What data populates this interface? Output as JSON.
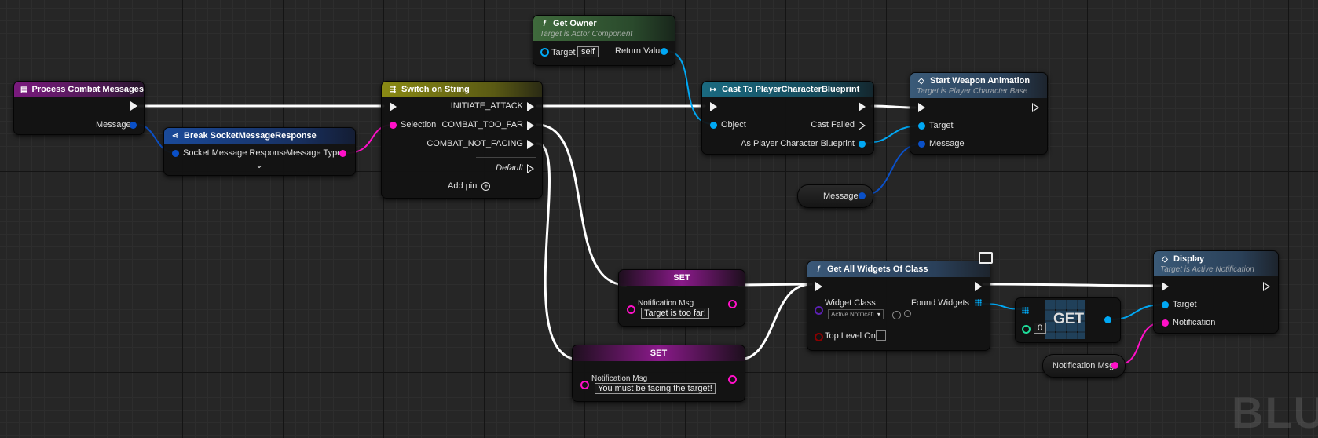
{
  "nodes": {
    "process_combat": {
      "title": "Process Combat Messages",
      "message_pin": "Message"
    },
    "break_socket": {
      "title": "Break SocketMessageResponse",
      "in_pin": "Socket Message Response",
      "out_pin": "Message Type"
    },
    "switch_string": {
      "title": "Switch on String",
      "selection": "Selection",
      "cases": [
        "INITIATE_ATTACK",
        "COMBAT_TOO_FAR",
        "COMBAT_NOT_FACING"
      ],
      "default": "Default",
      "add_pin": "Add pin"
    },
    "get_owner": {
      "title": "Get Owner",
      "subtitle": "Target is Actor Component",
      "target_label": "Target",
      "target_value": "self",
      "return_value": "Return Value"
    },
    "cast_to": {
      "title": "Cast To PlayerCharacterBlueprint",
      "object": "Object",
      "cast_failed": "Cast Failed",
      "as_output": "As Player Character Blueprint"
    },
    "start_weapon": {
      "title": "Start Weapon Animation",
      "subtitle": "Target is Player Character Base",
      "target": "Target",
      "message": "Message"
    },
    "message_var": {
      "label": "Message"
    },
    "set1": {
      "title": "SET",
      "var_label": "Notification Msg",
      "value": "Target is too far!"
    },
    "set2": {
      "title": "SET",
      "var_label": "Notification Msg",
      "value": "You must be facing the target!"
    },
    "get_all_widgets": {
      "title": "Get All Widgets Of Class",
      "widget_class": "Widget Class",
      "widget_class_value": "Active Notificati",
      "found_widgets": "Found Widgets",
      "top_level_only": "Top Level Only"
    },
    "get_node": {
      "title": "GET",
      "index": "0"
    },
    "display": {
      "title": "Display",
      "subtitle": "Target is Active Notification",
      "target": "Target",
      "notification": "Notification"
    },
    "notification_var": {
      "label": "Notification Msg"
    }
  },
  "watermark": "BLU",
  "colors": {
    "exec": "#ffffff",
    "string": "#ff10c8",
    "object": "#00a8f4",
    "class": "#5a20b0",
    "bool": "#8c0000",
    "int": "#1edc9a",
    "struct": "#0a50c8"
  }
}
